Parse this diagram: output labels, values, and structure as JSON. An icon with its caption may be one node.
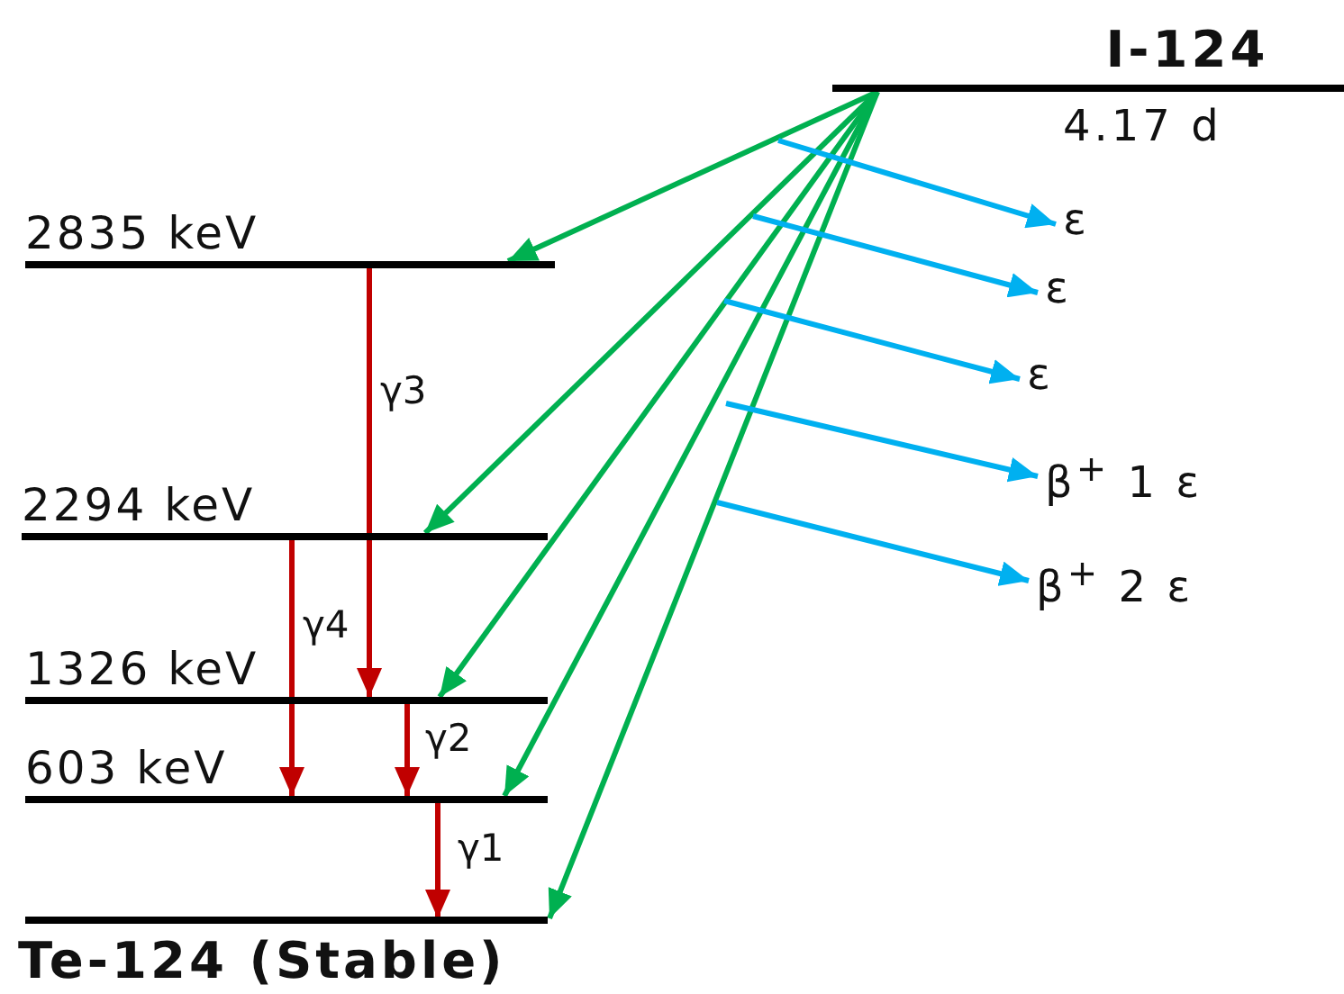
{
  "diagram": {
    "nodes": [
      {
        "text": [
          "I-124"
        ],
        "beside": [
          "4.17 d"
        ]
      },
      {
        "text": [
          "2835 keV"
        ]
      },
      {
        "text": [
          "2294 keV"
        ]
      },
      {
        "text": [
          "1326 keV"
        ]
      },
      {
        "text": [
          "603 keV"
        ]
      },
      {
        "text": [
          "Te-124 (Stable)"
        ]
      },
      {
        "text": [
          "ε"
        ]
      },
      {
        "text": [
          "ε"
        ]
      },
      {
        "text": [
          "ε"
        ]
      },
      {
        "text": [
          "β$^{+}$ 1 ε"
        ]
      },
      {
        "text": [
          "β$^{+}$ 2 ε"
        ]
      }
    ],
    "edges": [
      {
        "from": 0,
        "to": 1,
        "arrow": "to",
        "color": "#00b050"
      },
      {
        "from": 0,
        "to": 2,
        "arrow": "to",
        "color": "#00b050"
      },
      {
        "from": 0,
        "to": 3,
        "arrow": "to",
        "color": "#00b050"
      },
      {
        "from": 0,
        "to": 4,
        "arrow": "to",
        "color": "#00b050"
      },
      {
        "from": 0,
        "to": 5,
        "arrow": "to",
        "color": "#00b050"
      },
      {
        "from": null,
        "to": 6,
        "arrow": "to",
        "color": "#00b0f0"
      },
      {
        "from": null,
        "to": 7,
        "arrow": "to",
        "color": "#00b0f0"
      },
      {
        "from": null,
        "to": 8,
        "arrow": "to",
        "color": "#00b0f0"
      },
      {
        "from": null,
        "to": 9,
        "arrow": "to",
        "color": "#00b0f0"
      },
      {
        "from": null,
        "to": 10,
        "arrow": "to",
        "color": "#00b0f0"
      },
      {
        "from": 1,
        "to": 3,
        "arrow": "to",
        "label": "γ3",
        "color": "#c00000"
      },
      {
        "from": 2,
        "to": 4,
        "arrow": "to",
        "label": "γ4",
        "color": "#c00000"
      },
      {
        "from": 3,
        "to": 4,
        "arrow": "to",
        "label": "γ2",
        "color": "#c00000"
      },
      {
        "from": 4,
        "to": 5,
        "arrow": "to",
        "label": "γ1",
        "color": "#c00000"
      }
    ]
  }
}
